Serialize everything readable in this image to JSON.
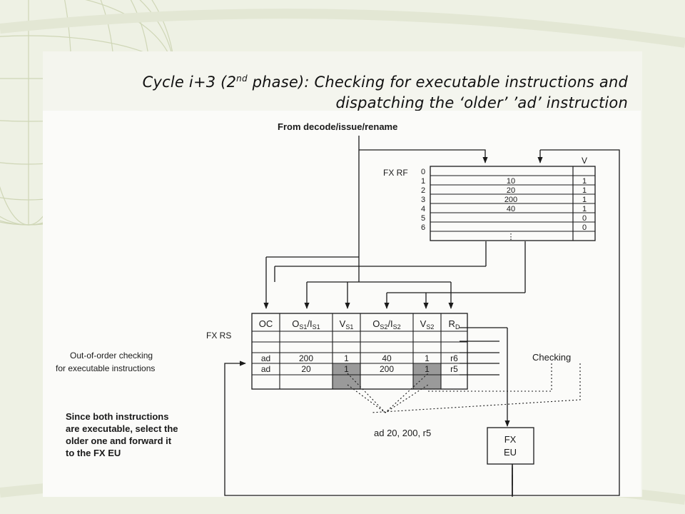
{
  "slide": {
    "title_line1_prefix": "Cycle i+3 (2",
    "title_line1_sup": "nd",
    "title_line1_suffix": " phase): Checking for executable instructions and",
    "title_line2": "dispatching the ‘older’ ’ad’ instruction"
  },
  "diagram": {
    "top_label": "From decode/issue/rename",
    "rf": {
      "label": "FX RF",
      "valid_header": "V",
      "rows": [
        {
          "index": "0",
          "value": "",
          "valid": ""
        },
        {
          "index": "1",
          "value": "10",
          "valid": "1"
        },
        {
          "index": "2",
          "value": "20",
          "valid": "1"
        },
        {
          "index": "3",
          "value": "200",
          "valid": "1"
        },
        {
          "index": "4",
          "value": "40",
          "valid": "1"
        },
        {
          "index": "5",
          "value": "",
          "valid": "0"
        },
        {
          "index": "6",
          "value": "",
          "valid": "0"
        },
        {
          "index": "",
          "value": "⋮",
          "valid": ""
        }
      ]
    },
    "rs": {
      "label": "FX RS",
      "headers": [
        "OC",
        "OS1/IS1",
        "VS1",
        "OS2/IS2",
        "VS2",
        "RD"
      ],
      "rows": [
        [
          "",
          "",
          "",
          "",
          "",
          ""
        ],
        [
          "",
          "",
          "",
          "",
          "",
          ""
        ],
        [
          "ad",
          "200",
          "1",
          "40",
          "1",
          "r6"
        ],
        [
          "ad",
          "20",
          "1",
          "200",
          "1",
          "r5"
        ]
      ]
    },
    "left_annotation_line1": "Out-of-order checking",
    "left_annotation_line2": "for executable instructions",
    "checking_label": "Checking",
    "note_lines": [
      "Since both instructions",
      "are executable, select the",
      "older one and forward it",
      "to the FX EU"
    ],
    "dispatched_instruction": "ad 20, 200, r5",
    "eu_label_line1": "FX",
    "eu_label_line2": "EU"
  },
  "colors": {
    "shaded_cell": "#9a9a9a",
    "background": "#eef1e4"
  }
}
